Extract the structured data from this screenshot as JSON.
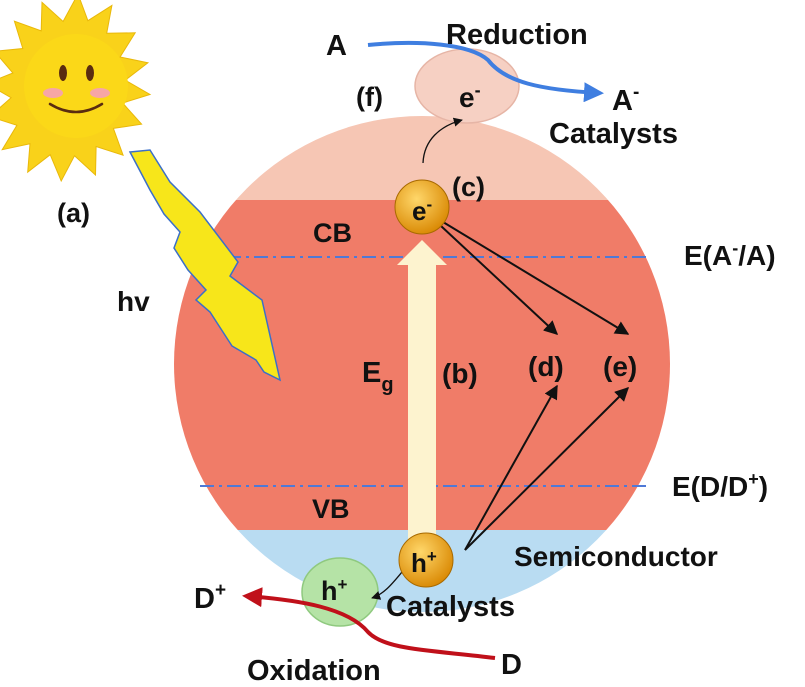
{
  "colors": {
    "background": "#ffffff",
    "band_upper": "#f6c6b4",
    "band_middle": "#f07c68",
    "band_lower": "#b9dcf2",
    "eg_arrow": "#fdf3cf",
    "electron": "#f2a20a",
    "hole_catalyst": "#b5e3a6",
    "electron_catalyst": "#f6d0c3",
    "reduction_arrow": "#3f7ee0",
    "oxidation_arrow": "#c0101a",
    "level_line": "#4f79d6",
    "lightning": "#f7e61a",
    "sun": "#f9d21a"
  },
  "icons": [
    "sun-icon",
    "lightning-icon"
  ],
  "labels": {
    "a": "(a)",
    "b": "(b)",
    "c": "(c)",
    "d": "(d)",
    "e": "(e)",
    "f": "(f)",
    "hv": "hv",
    "cb": "CB",
    "vb": "VB",
    "eg_main": "E",
    "eg_sub": "g",
    "reduction": "Reduction",
    "oxidation": "Oxidation",
    "catalysts_top": "Catalysts",
    "catalysts_bottom": "Catalysts",
    "semiconductor": "Semiconductor",
    "species_a": "A",
    "species_a_minus_main": "A",
    "species_a_minus_sup": "-",
    "species_d": "D",
    "species_d_plus_main": "D",
    "species_d_plus_sup": "+",
    "level_a_main": "E(A",
    "level_a_sup": "-",
    "level_a_tail": "/A)",
    "level_d_main": "E(D/D",
    "level_d_sup": "+",
    "level_d_tail": ")",
    "electron_main": "e",
    "electron_sup": "-",
    "catalyst_electron_main": "e",
    "catalyst_electron_sup": "-",
    "hole_main": "h",
    "hole_sup": "+",
    "catalyst_hole_main": "h",
    "catalyst_hole_sup": "+"
  }
}
